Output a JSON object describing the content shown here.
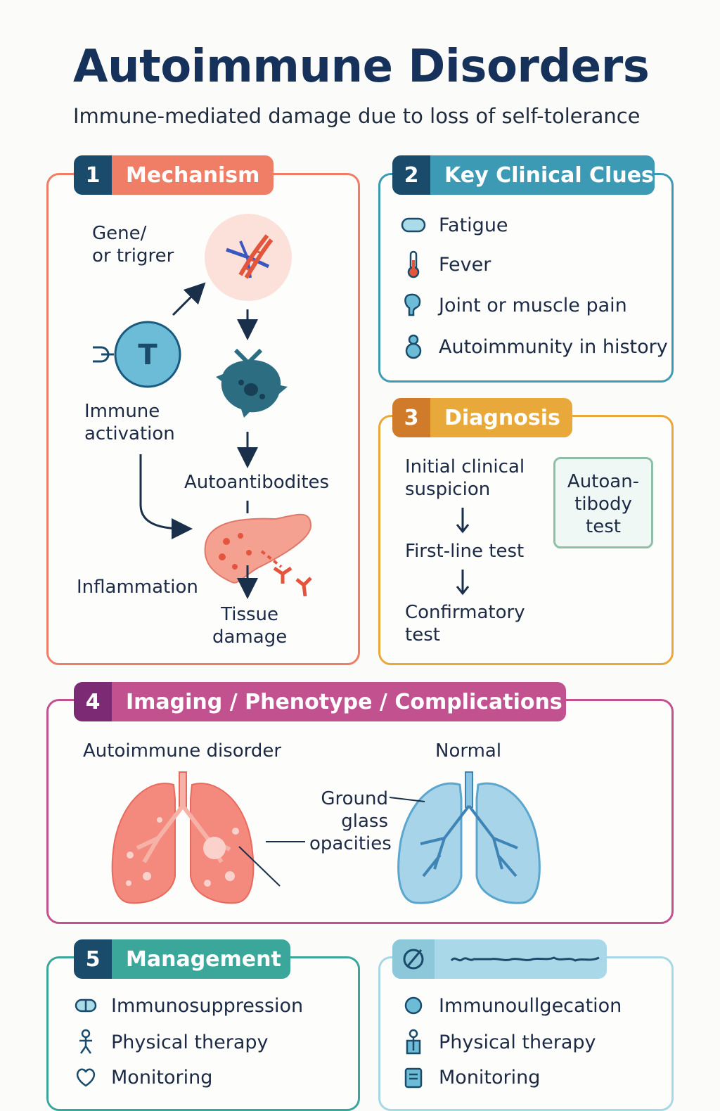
{
  "header": {
    "title": "Autoimmune Disorders",
    "subtitle": "Immune-mediated damage due to loss of self-tolerance"
  },
  "colors": {
    "title": "#17325a",
    "mechanism": "#f07e67",
    "clues": "#3c9ab5",
    "diagnosis": "#e9a93a",
    "imaging": "#c2528f",
    "management": "#3aa79a",
    "panel6": "#8fcde0",
    "dark_tab": "#1a4b6b"
  },
  "mechanism": {
    "number": "1",
    "label": "Mechanism",
    "gene_trigger": [
      "Gene/",
      "or trigrer"
    ],
    "immune_activation": [
      "Immune",
      "activation"
    ],
    "t_cell_letter": "T",
    "autoantibodies": "Autoantibodites",
    "inflammation": "Inflammation",
    "tissue_damage": [
      "Tissue",
      "damage"
    ]
  },
  "clues": {
    "number": "2",
    "label": "Key Clinical Clues",
    "items": [
      {
        "icon": "pill-icon",
        "label": "Fatigue"
      },
      {
        "icon": "thermometer-icon",
        "label": "Fever"
      },
      {
        "icon": "joint-icon",
        "label": "Joint or muscle pain"
      },
      {
        "icon": "person-icon",
        "label": "Autoimmunity in history"
      }
    ]
  },
  "diagnosis": {
    "number": "3",
    "label": "Diagnosis",
    "step1": [
      "Initial clinical",
      "suspicion"
    ],
    "step2": "First-line test",
    "step3": [
      "Confirmatory",
      "test"
    ],
    "test_box": [
      "Autoan-",
      "tibody",
      "test"
    ]
  },
  "imaging": {
    "number": "4",
    "label": "Imaging / Phenotype / Complications",
    "left_label": "Autoimmune disorder",
    "right_label": "Normal",
    "annotation": [
      "Ground",
      "glass",
      "opacities"
    ]
  },
  "management": {
    "number": "5",
    "label": "Management",
    "items": [
      {
        "icon": "pill-icon",
        "label": "Immunosuppression"
      },
      {
        "icon": "person-icon",
        "label": "Physical therapy"
      },
      {
        "icon": "heart-icon",
        "label": "Monitoring"
      }
    ]
  },
  "panel6": {
    "icon": "circle-slash-icon",
    "items": [
      {
        "icon": "circle-icon",
        "label": "Immunoullgecation"
      },
      {
        "icon": "person-icon",
        "label": "Physical therapy"
      },
      {
        "icon": "clipboard-icon",
        "label": "Monitoring"
      }
    ]
  }
}
